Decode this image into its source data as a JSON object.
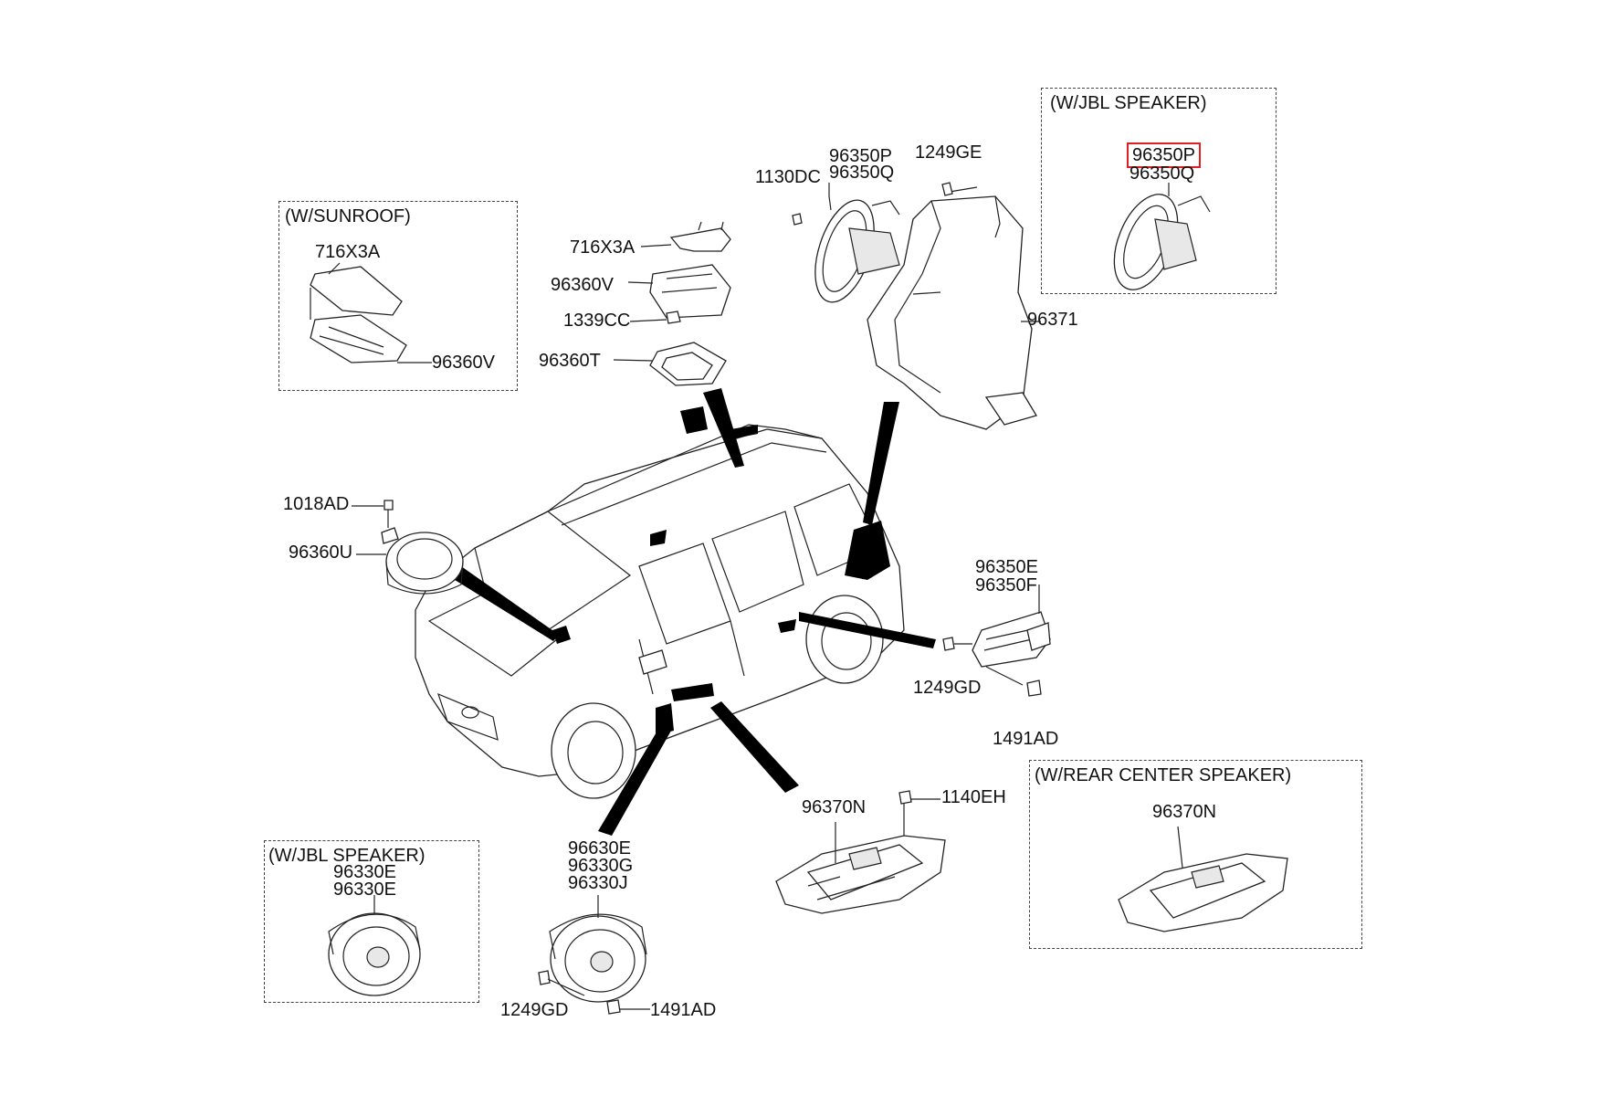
{
  "boxes": {
    "sunroof": "(W/SUNROOF)",
    "jbl_top": "(W/JBL SPEAKER)",
    "jbl_bottom": "(W/JBL SPEAKER)",
    "rear_center": "(W/REAR CENTER SPEAKER)"
  },
  "labels": {
    "p716x3a_box": "716X3A",
    "p96360v_box": "96360V",
    "p716x3a": "716X3A",
    "p96360v": "96360V",
    "p1339cc": "1339CC",
    "p96360t": "96360T",
    "p1130dc": "1130DC",
    "p96350p": "96350P",
    "p96350q": "96350Q",
    "p1249ge": "1249GE",
    "p96371": "96371",
    "p96350p_jbl": "96350P",
    "p96350q_jbl": "96350Q",
    "p1018ad": "1018AD",
    "p96360u": "96360U",
    "p96350e": "96350E",
    "p96350f": "96350F",
    "p1249gd_right": "1249GD",
    "p1491ad_right": "1491AD",
    "p96370n": "96370N",
    "p1140eh": "1140EH",
    "p96370n_rear": "96370N",
    "p96330e_jbl_1": "96330E",
    "p96330e_jbl_2": "96330E",
    "p96630e": "96630E",
    "p96330g": "96330G",
    "p96330j": "96330J",
    "p1249gd_bottom": "1249GD",
    "p1491ad_bottom": "1491AD"
  },
  "highlight_color": "#e02020"
}
